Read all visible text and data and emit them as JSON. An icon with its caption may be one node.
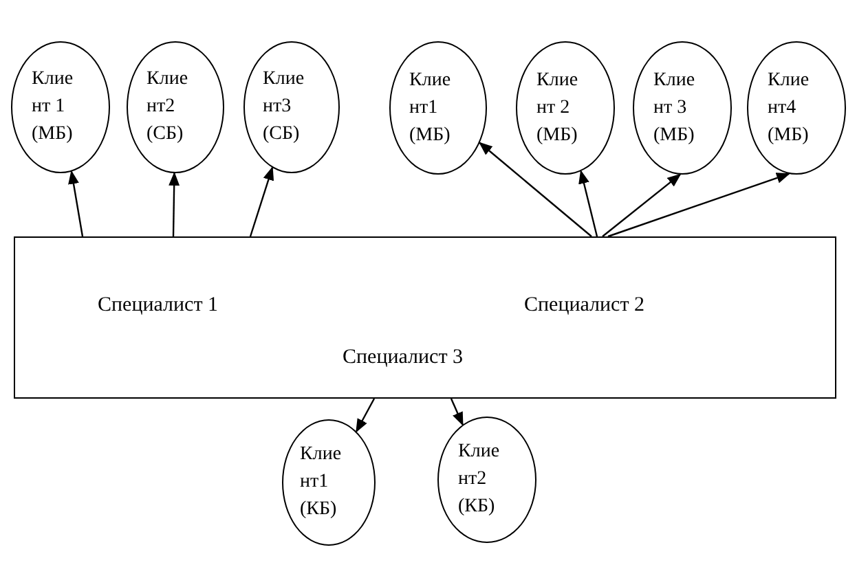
{
  "diagram": {
    "nodes": [
      {
        "text": [
          "Специалист 1",
          "Специалист 2",
          "Специалист 3"
        ]
      },
      {
        "text": [
          "Клие нт 1 (МБ)"
        ]
      },
      {
        "text": [
          "Клие нт2 (СБ)"
        ]
      },
      {
        "text": [
          "Клие нт3 (СБ)"
        ]
      },
      {
        "text": [
          "Клие нт1 (МБ)"
        ]
      },
      {
        "text": [
          "Клие нт 2 (МБ)"
        ]
      },
      {
        "text": [
          "Клие нт 3 (МБ)"
        ]
      },
      {
        "text": [
          "Клие нт4 (МБ)"
        ]
      },
      {
        "text": [
          "Клие нт1 (КБ)"
        ]
      },
      {
        "text": [
          "Клие нт2 (КБ)"
        ]
      }
    ],
    "edges": [
      {
        "from": 0,
        "to": 1,
        "arrow": "to"
      },
      {
        "from": 0,
        "to": 2,
        "arrow": "to"
      },
      {
        "from": 0,
        "to": 3,
        "arrow": "to"
      },
      {
        "from": 0,
        "to": 4,
        "arrow": "to"
      },
      {
        "from": 0,
        "to": 5,
        "arrow": "to"
      },
      {
        "from": 0,
        "to": 6,
        "arrow": "to"
      },
      {
        "from": 0,
        "to": 7,
        "arrow": "to"
      },
      {
        "from": 0,
        "to": 8,
        "arrow": "to"
      },
      {
        "from": 0,
        "to": 9,
        "arrow": "to"
      }
    ]
  }
}
